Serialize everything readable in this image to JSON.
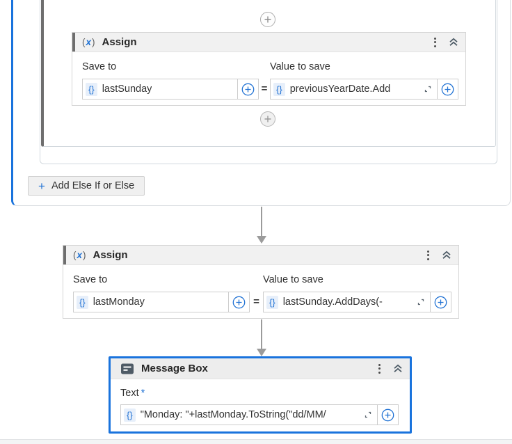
{
  "colors": {
    "selection_blue": "#1973dd",
    "accent_blue": "#2273d4",
    "accent_bar_gray": "#6e6e6e",
    "arrow_gray": "#9b9b9b"
  },
  "if_activity": {
    "add_else_button": {
      "plus_icon": "+",
      "label": "Add Else If or Else"
    }
  },
  "icons": {
    "add_activity": "plus-circle",
    "menu": "kebab-vertical-dots",
    "collapse": "chevron-double-up",
    "expression_chip": "curly-braces",
    "open_expression_editor": "expand-corners",
    "assign_icon": "(x)-function",
    "message_box_icon": "window-with-lines"
  },
  "assign_top": {
    "icon_open": "(",
    "icon_x": "x",
    "icon_close": ")",
    "title": "Assign",
    "save_to_label": "Save to",
    "value_label": "Value to save",
    "equals": "=",
    "save_to": {
      "chip": "{}",
      "value": "lastSunday"
    },
    "value_to_save": {
      "chip": "{}",
      "value": "previousYearDate.Add"
    }
  },
  "assign_bottom": {
    "icon_open": "(",
    "icon_x": "x",
    "icon_close": ")",
    "title": "Assign",
    "save_to_label": "Save to",
    "value_label": "Value to save",
    "equals": "=",
    "save_to": {
      "chip": "{}",
      "value": "lastMonday"
    },
    "value_to_save": {
      "chip": "{}",
      "value": "lastSunday.AddDays(-"
    }
  },
  "message_box": {
    "title": "Message Box",
    "text_label": "Text",
    "required_marker": "*",
    "text": {
      "chip": "{}",
      "value": "\"Monday: \"+lastMonday.ToString(\"dd/MM/"
    }
  }
}
